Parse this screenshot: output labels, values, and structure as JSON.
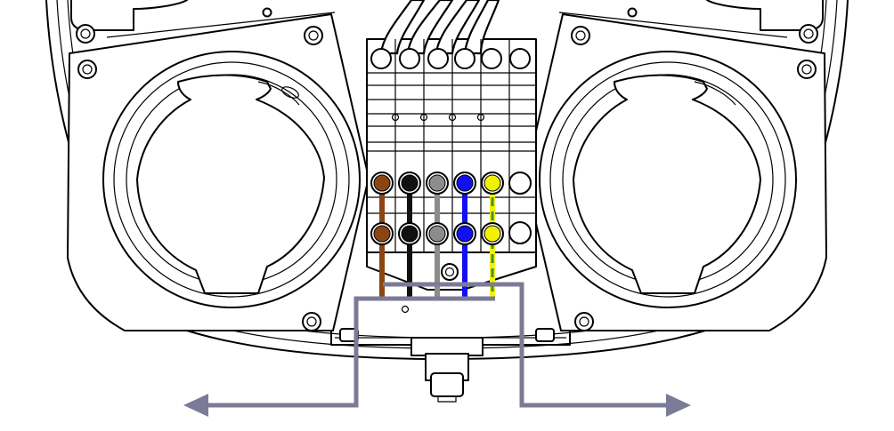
{
  "diagram": {
    "colors": {
      "outline": "#000000",
      "background": "#ffffff",
      "route": "#7b7b98"
    },
    "conductors": [
      {
        "id": "brown",
        "color": "#8b4513"
      },
      {
        "id": "black",
        "color": "#111111"
      },
      {
        "id": "grey",
        "color": "#8c8c8c"
      },
      {
        "id": "blue",
        "color": "#1010f0"
      },
      {
        "id": "earth",
        "color": "#f2f200",
        "stripe": "#3f8f3f"
      }
    ],
    "routes": [
      {
        "id": "route-left",
        "direction": "left"
      },
      {
        "id": "route-right",
        "direction": "right"
      }
    ],
    "sockets": [
      {
        "id": "socket-left"
      },
      {
        "id": "socket-right"
      }
    ]
  }
}
